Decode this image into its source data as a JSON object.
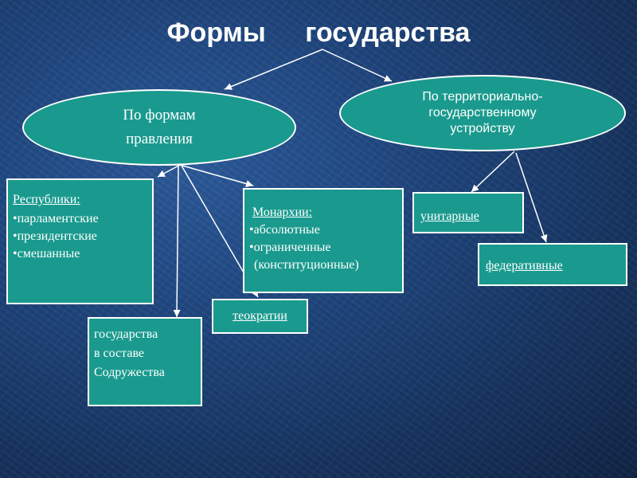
{
  "title": "Формы    государства",
  "ellipses": {
    "left": [
      "По формам",
      "правления"
    ],
    "right": [
      "По территориально-",
      "государственному",
      "устройству"
    ]
  },
  "boxes": {
    "republics": {
      "heading": "Республики:",
      "items": [
        "парламентские",
        "президентские",
        "смешанные"
      ]
    },
    "monarchies": {
      "heading": "Монархии:",
      "items": [
        "абсолютные",
        "ограниченные",
        "(конституционные)"
      ]
    },
    "theocracies": "теократии",
    "commonwealth": [
      "государства",
      "в составе",
      "Содружества"
    ],
    "unitary": "унитарные",
    "federal": "федеративные"
  },
  "colors": {
    "node_fill": "#1a9a8e",
    "border": "#ffffff",
    "background": "#1f467f"
  }
}
